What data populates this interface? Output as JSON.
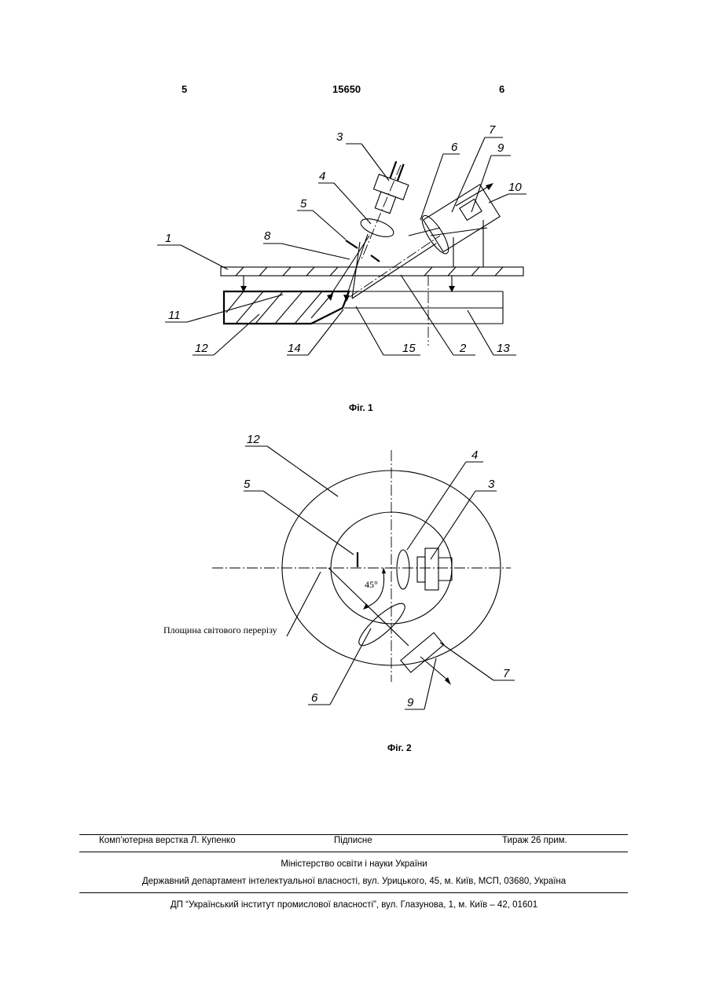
{
  "header": {
    "page_left": "5",
    "patent_number": "15650",
    "page_right": "6"
  },
  "figure1": {
    "caption": "Фіг. 1",
    "labels": [
      "3",
      "7",
      "6",
      "9",
      "4",
      "10",
      "5",
      "1",
      "8",
      "11",
      "12",
      "14",
      "15",
      "2",
      "13"
    ]
  },
  "figure2": {
    "caption": "Фіг. 2",
    "labels": [
      "12",
      "4",
      "3",
      "5",
      "6",
      "9",
      "7"
    ],
    "angle": "45°",
    "plane_label": "Площина світового перерізу"
  },
  "footer": {
    "layout": "Комп’ютерна верстка Л. Купенко",
    "signed": "Підписне",
    "circulation": "Тираж 26 прим.",
    "ministry": "Міністерство освіти і науки України",
    "department": "Державний департамент інтелектуальної власності, вул. Урицького, 45, м. Київ, МСП, 03680, Україна",
    "publisher": "ДП “Український інститут промислової власності”, вул. Глазунова, 1, м. Київ – 42, 01601"
  }
}
